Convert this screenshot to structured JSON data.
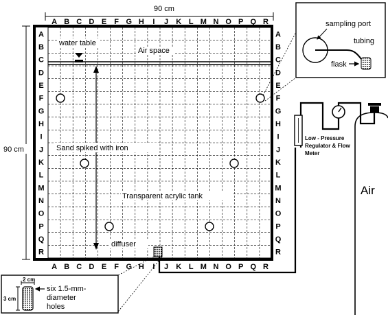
{
  "letters": [
    "A",
    "B",
    "C",
    "D",
    "E",
    "F",
    "G",
    "H",
    "I",
    "J",
    "K",
    "L",
    "M",
    "N",
    "O",
    "P",
    "Q",
    "R"
  ],
  "dimensions": {
    "width": "90 cm",
    "height": "90 cm"
  },
  "labels": {
    "water_table": "water table",
    "air_space": "Air space",
    "sand": "Sand spiked with iron",
    "tank": "Transparent acrylic tank",
    "diffuser": "diffuser"
  },
  "inset_sampling": {
    "port": "sampling port",
    "tubing": "tubing",
    "flask": "flask"
  },
  "regulator": {
    "line1": "Low - Pressure",
    "line2": "Regulator & Flow",
    "line3": "Meter"
  },
  "cylinder": {
    "label": "Air"
  },
  "inset_diffuser": {
    "width_label": "2 cm",
    "height_label": "3 cm",
    "line1": "six 1.5-mm-",
    "line2": "diameter",
    "line3": "holes"
  }
}
